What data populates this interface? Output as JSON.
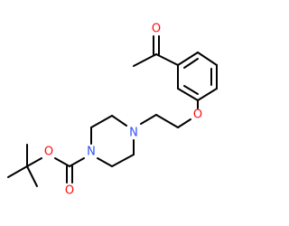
{
  "molecule": {
    "atoms": {
      "carbonyl_oxygen": "O",
      "ether_oxygen": "O",
      "piperazine_n_upper": "N",
      "piperazine_n_lower": "N",
      "carbamate_carbonyl_oxygen": "O",
      "carbamate_ester_oxygen": "O"
    },
    "colors": {
      "bond": "#000000",
      "nitrogen": "#3050F8",
      "oxygen": "#FF0D0D"
    }
  }
}
